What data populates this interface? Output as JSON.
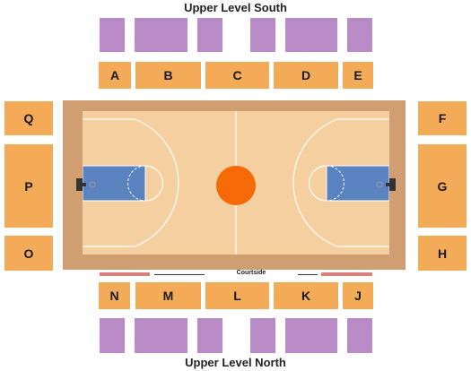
{
  "levels": {
    "south": "Upper Level South",
    "north": "Upper Level North"
  },
  "sections": {
    "A": "A",
    "B": "B",
    "C": "C",
    "D": "D",
    "E": "E",
    "F": "F",
    "G": "G",
    "H": "H",
    "J": "J",
    "K": "K",
    "L": "L",
    "M": "M",
    "N": "N",
    "O": "O",
    "P": "P",
    "Q": "Q"
  },
  "courtside_label": "Courtside",
  "colors": {
    "section": "#f3ab58",
    "upper": "#b88ac6",
    "court": "#f4cf9f",
    "frame": "#d09e71",
    "paint": "#5a83c0",
    "center_circle": "#f56a06",
    "courtside": "#d9807a"
  }
}
